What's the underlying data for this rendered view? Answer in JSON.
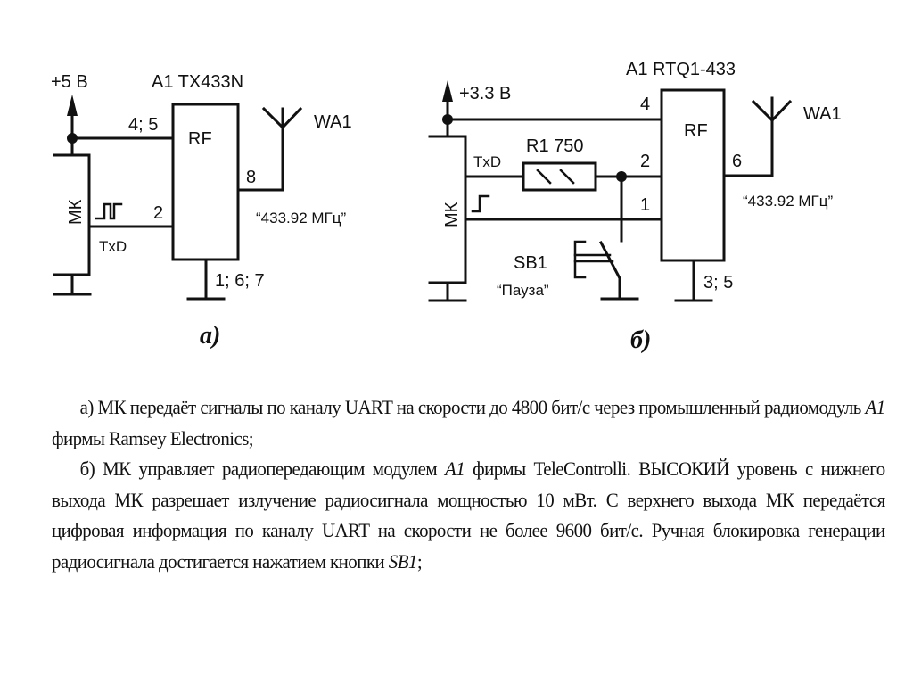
{
  "circuit_a": {
    "supply": "+5 В",
    "module": "A1 TX433N",
    "block": "RF",
    "pin_power": "4; 5",
    "pin_data": "2",
    "pin_ant": "8",
    "pin_gnd": "1; 6; 7",
    "antenna": "WA1",
    "frequency": "“433.92 МГц”",
    "mcu": "МК",
    "signal": "TxD",
    "figure_label": "а)"
  },
  "circuit_b": {
    "supply": "+3.3 В",
    "module": "A1 RTQ1-433",
    "block": "RF",
    "pin_power": "4",
    "pin_data": "2",
    "pin_enable": "1",
    "pin_ant": "6",
    "pin_gnd": "3; 5",
    "antenna": "WA1",
    "frequency": "“433.92 МГц”",
    "mcu": "МК",
    "signal": "TxD",
    "resistor": "R1 750",
    "button": "SB1",
    "button_name": "“Пауза”",
    "figure_label": "б)"
  },
  "caption": {
    "a_prefix": "а) МК передаёт сигналы по каналу UART на скорости до 4800 бит/с через промышленный радиомодуль ",
    "a_italic": "A1",
    "a_suffix": " фирмы Ramsey Electronics;",
    "b_prefix": "б) МК управляет радиопередающим модулем ",
    "b_italic": "A1",
    "b_middle": " фирмы TeleControlli. ВЫСОКИЙ уровень с нижнего выхода МК разрешает излучение радиосигнала мощностью 10 мВт. С верхнего выхода МК передаётся цифровая информация по каналу UART на скорости не более 9600 бит/с. Ручная блокировка генерации радиосигнала достигается нажатием кнопки ",
    "b_italic2": "SB1",
    "b_suffix": ";"
  }
}
